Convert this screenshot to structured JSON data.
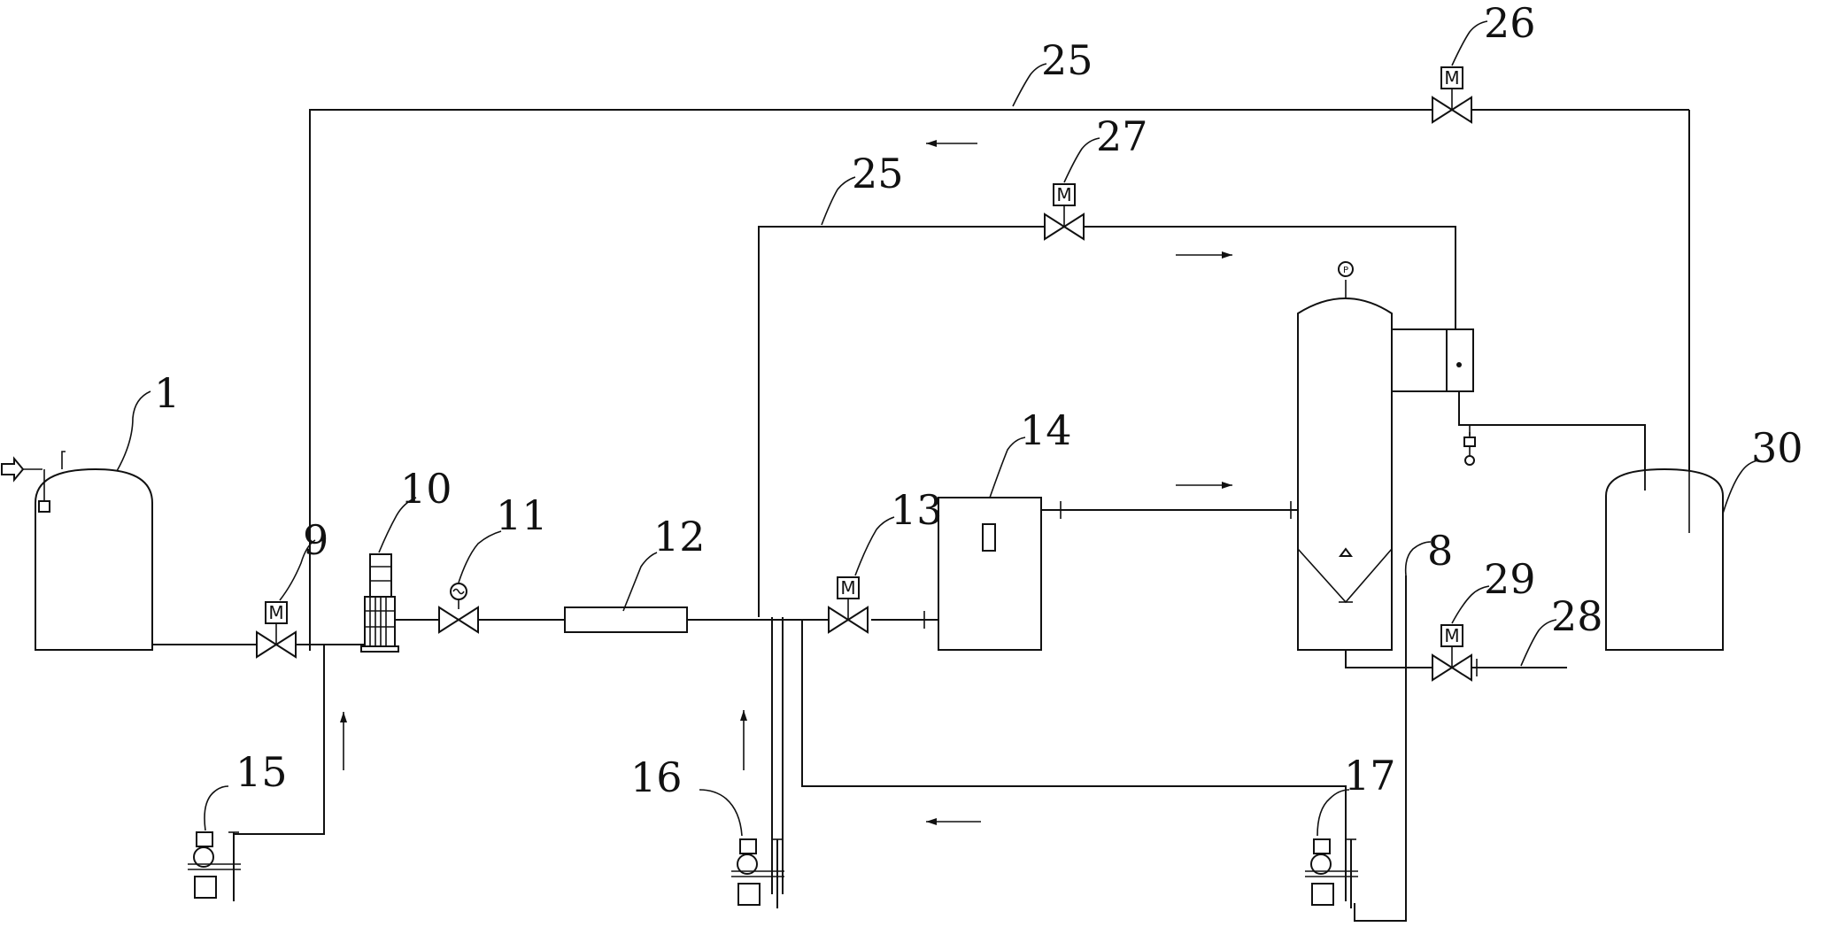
{
  "labels": {
    "tank_1": "1",
    "valve_9": "9",
    "pump_10": "10",
    "valve_11": "11",
    "filter_12": "12",
    "valve_13": "13",
    "box_14": "14",
    "pump_15": "15",
    "pump_16": "16",
    "pump_17": "17",
    "vessel_8": "8",
    "pipe_25_top": "25",
    "pipe_25_mid": "25",
    "valve_26": "26",
    "valve_27": "27",
    "pipe_28": "28",
    "valve_29": "29",
    "tank_30": "30"
  },
  "valve_marks": {
    "motor": "M"
  },
  "icons": {
    "motor_valve": "motor-valve-icon",
    "manual_valve": "gate-valve-icon",
    "flow_arrow": "arrow-icon",
    "pump": "pump-icon"
  }
}
